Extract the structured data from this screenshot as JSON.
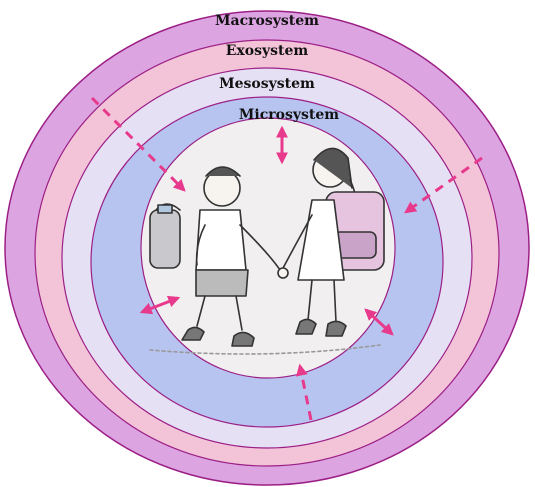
{
  "rings": [
    {
      "id": "macro",
      "label": "Macrosystem",
      "color": "#dca5e2"
    },
    {
      "id": "exo",
      "label": "Exosystem",
      "color": "#f3c4d8"
    },
    {
      "id": "meso",
      "label": "Mesosystem",
      "color": "#e6e0f5"
    },
    {
      "id": "micro",
      "label": "Microsystem",
      "color": "#b8c4f0"
    }
  ],
  "center": {
    "illustration": "two-children-walking-holding-hands",
    "background": "#f1eff0"
  },
  "ring_stroke_color": "#9c1f86",
  "arrow_color": "#e83a8c"
}
